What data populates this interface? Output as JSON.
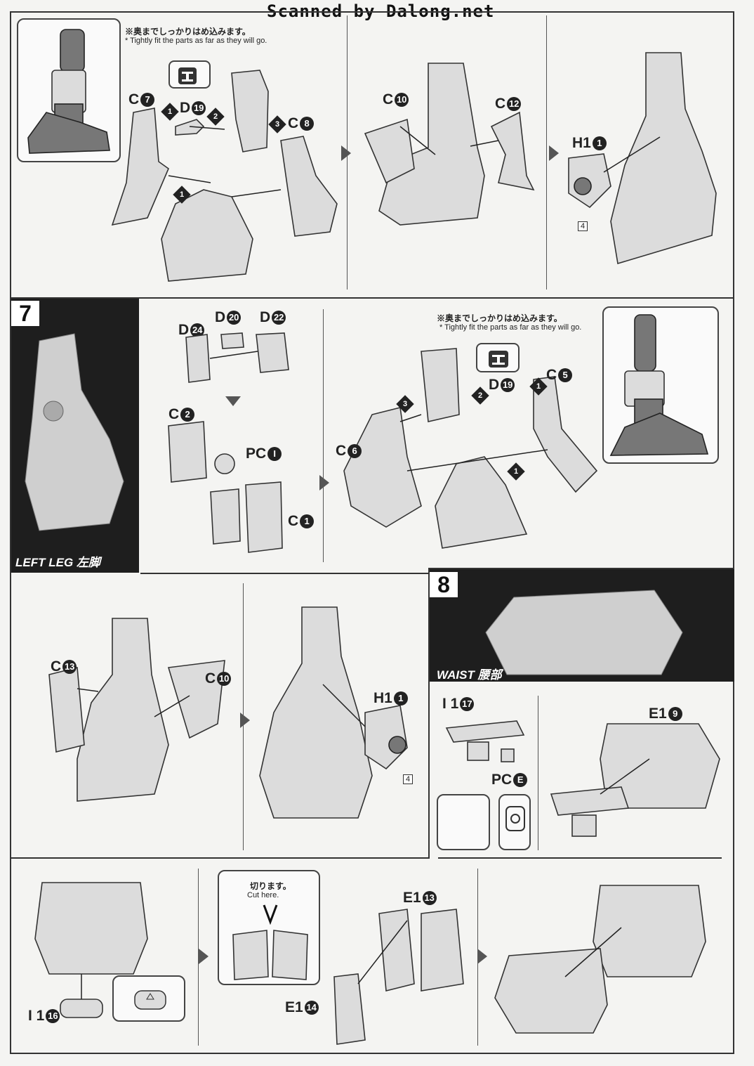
{
  "watermark": "Scanned by Dalong.net",
  "note_jp": "※奥までしっかりはめ込みます。",
  "note_en": "* Tightly fit the parts as far as they will go.",
  "cut_jp": "切ります。",
  "cut_en": "Cut here.",
  "ref_page": "4",
  "steps": {
    "s1": "1",
    "s2": "2",
    "s3": "3"
  },
  "top": {
    "c7": {
      "l": "C",
      "n": "7"
    },
    "d19": {
      "l": "D",
      "n": "19"
    },
    "c8": {
      "l": "C",
      "n": "8"
    },
    "c10": {
      "l": "C",
      "n": "10"
    },
    "c12": {
      "l": "C",
      "n": "12"
    },
    "h1": {
      "l": "H1",
      "n": "1"
    }
  },
  "section7": {
    "number": "7",
    "label": "LEFT LEG",
    "label_jp": "左脚",
    "d24": {
      "l": "D",
      "n": "24"
    },
    "d20": {
      "l": "D",
      "n": "20"
    },
    "d22": {
      "l": "D",
      "n": "22"
    },
    "c2": {
      "l": "C",
      "n": "2"
    },
    "pc1": {
      "l": "PC",
      "n": "I"
    },
    "c1": {
      "l": "C",
      "n": "1"
    },
    "c6": {
      "l": "C",
      "n": "6"
    },
    "d19": {
      "l": "D",
      "n": "19"
    },
    "c5": {
      "l": "C",
      "n": "5"
    },
    "c13": {
      "l": "C",
      "n": "13"
    },
    "c10": {
      "l": "C",
      "n": "10"
    },
    "h1": {
      "l": "H1",
      "n": "1"
    }
  },
  "section8": {
    "number": "8",
    "label": "WAIST",
    "label_jp": "腰部",
    "i17": {
      "l": "I 1",
      "n": "17"
    },
    "pce": {
      "l": "PC",
      "n": "E"
    },
    "e19": {
      "l": "E1",
      "n": "9"
    },
    "i16": {
      "l": "I 1",
      "n": "16"
    },
    "e13": {
      "l": "E1",
      "n": "13"
    },
    "e14": {
      "l": "E1",
      "n": "14"
    }
  }
}
